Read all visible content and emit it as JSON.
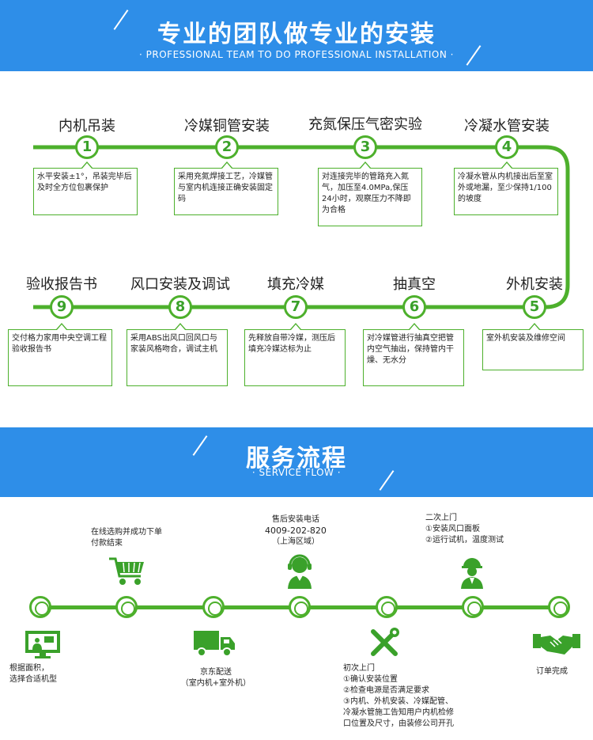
{
  "install": {
    "title": "专业的团队做专业的安装",
    "subtitle": "· PROFESSIONAL TEAM TO DO PROFESSIONAL INSTALLATION ·",
    "steps": [
      {
        "num": "1",
        "title": "内机吊装",
        "desc": "水平安装±1°，吊装完毕后及时全方位包裹保护"
      },
      {
        "num": "2",
        "title": "冷媒铜管安装",
        "desc": "采用充氮焊接工艺，冷媒管与室内机连接正确安装固定码"
      },
      {
        "num": "3",
        "title": "充氮保压气密实验",
        "desc": "对连接完毕的管路充入氮气，加压至4.0MPa,保压24小时，观察压力不降即为合格"
      },
      {
        "num": "4",
        "title": "冷凝水管安装",
        "desc": "冷凝水管从内机接出后至室外或地漏，至少保持1/100的坡度"
      },
      {
        "num": "5",
        "title": "外机安装",
        "desc": "室外机安装及维修空间"
      },
      {
        "num": "6",
        "title": "抽真空",
        "desc": "对冷媒管进行抽真空把管内空气抽出，保持管内干燥、无水分"
      },
      {
        "num": "7",
        "title": "填充冷媒",
        "desc": "先释放自带冷媒，测压后填充冷媒达标为止"
      },
      {
        "num": "8",
        "title": "风口安装及调试",
        "desc": "采用ABS出风口回风口与家装风格吻合，调试主机"
      },
      {
        "num": "9",
        "title": "验收报告书",
        "desc": "交付格力家用中央空调工程验收报告书"
      }
    ]
  },
  "service": {
    "title": "服务流程",
    "subtitle": "· SERVICE FLOW ·",
    "top": [
      {
        "lines": [
          "在线选购并成功下单",
          "付款结束"
        ]
      },
      {
        "lines": [
          "售后安装电话",
          "4009-202-820",
          "（上海区域）"
        ]
      },
      {
        "lines": [
          "二次上门",
          "①安装风口面板",
          "②运行试机，温度测试"
        ]
      }
    ],
    "bottom": [
      {
        "lines": [
          "根据面积，",
          "选择合适机型"
        ]
      },
      {
        "lines": [
          "京东配送",
          "（室内机+室外机）"
        ]
      },
      {
        "lines": [
          "初次上门",
          "①确认安装位置",
          "②检查电源是否满足要求",
          "③内机、外机安装、冷媒配管、",
          "冷凝水管施工告知用户内机检修",
          "口位置及尺寸，由装修公司开孔"
        ]
      },
      {
        "lines": [
          "订单完成"
        ]
      }
    ]
  },
  "colors": {
    "banner": "#2e8ee8",
    "green": "#4db02c",
    "icon": "#3aa12a"
  }
}
